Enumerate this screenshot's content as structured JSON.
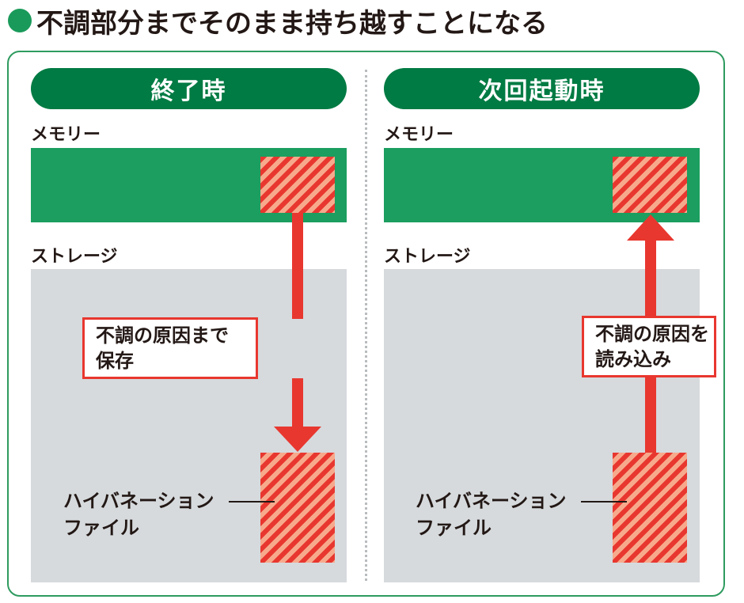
{
  "title": "不調部分までそのまま持ち越すことになる",
  "panels": [
    {
      "header": "終了時",
      "memory_label": "メモリー",
      "storage_label": "ストレージ",
      "callout": [
        "不調の原因まで",
        "保存"
      ],
      "file_label": [
        "ハイバネーション",
        "ファイル"
      ],
      "arrow_direction": "down"
    },
    {
      "header": "次回起動時",
      "memory_label": "メモリー",
      "storage_label": "ストレージ",
      "callout": [
        "不調の原因を",
        "読み込み"
      ],
      "file_label": [
        "ハイバネーション",
        "ファイル"
      ],
      "arrow_direction": "up"
    }
  ],
  "colors": {
    "header_green": "#007b43",
    "memory_green": "#1b9e5f",
    "storage_gray": "#d6dadd",
    "accent_red": "#e8372f",
    "hatch_light": "#f7a98c",
    "frame_green": "#2e9b5f"
  }
}
